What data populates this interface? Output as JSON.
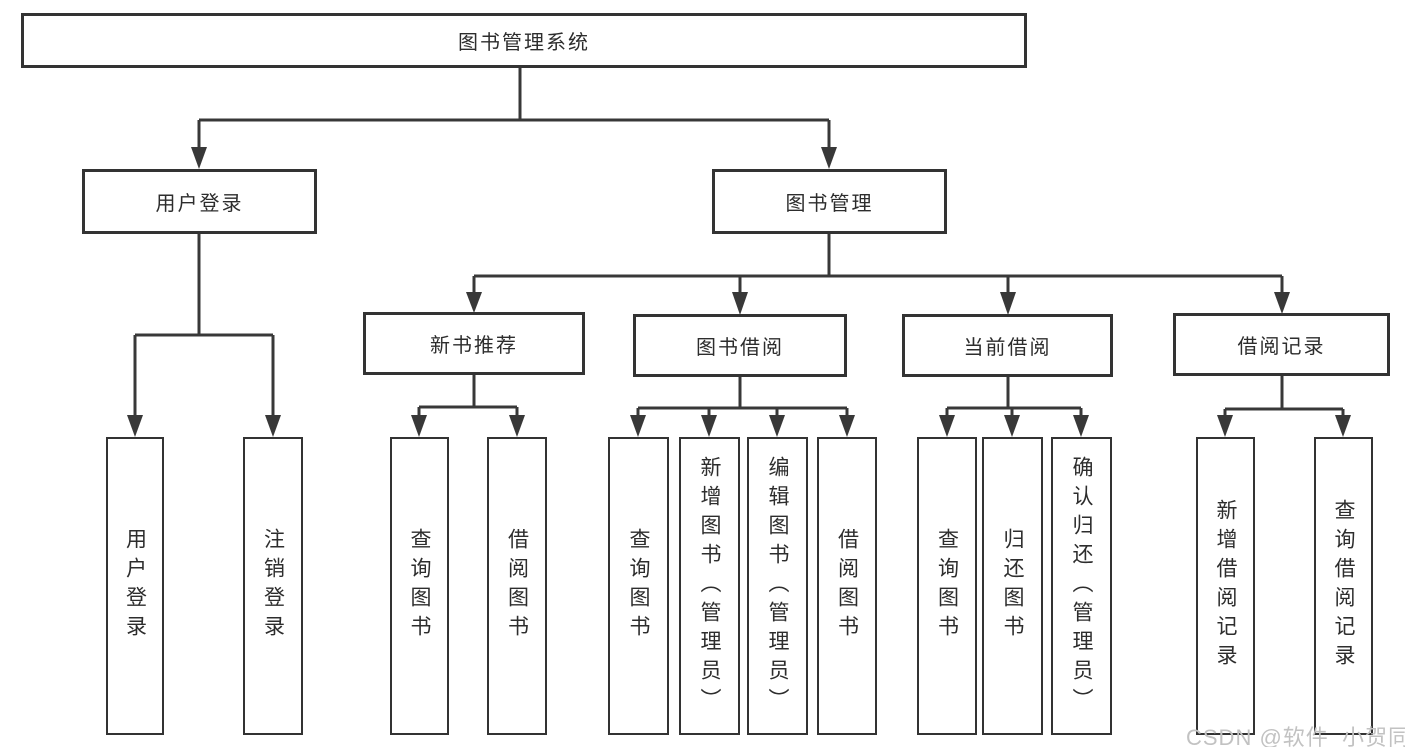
{
  "colors": {
    "line": "#383838",
    "box_border": "#333333",
    "text": "#2d2d2d",
    "watermark": "#c2c2c2",
    "background": "#ffffff"
  },
  "tree": {
    "label": "图书管理系统",
    "children": [
      {
        "label": "用户登录",
        "children": [
          {
            "label": "用户登录"
          },
          {
            "label": "注销登录"
          }
        ]
      },
      {
        "label": "图书管理",
        "children": [
          {
            "label": "新书推荐",
            "children": [
              {
                "label": "查询图书"
              },
              {
                "label": "借阅图书"
              }
            ]
          },
          {
            "label": "图书借阅",
            "children": [
              {
                "label": "查询图书"
              },
              {
                "label": "新增图书（管理员）"
              },
              {
                "label": "编辑图书（管理员）"
              },
              {
                "label": "借阅图书"
              }
            ]
          },
          {
            "label": "当前借阅",
            "children": [
              {
                "label": "查询图书"
              },
              {
                "label": "归还图书"
              },
              {
                "label": "确认归还（管理员）"
              }
            ]
          },
          {
            "label": "借阅记录",
            "children": [
              {
                "label": "新增借阅记录"
              },
              {
                "label": "查询借阅记录"
              }
            ]
          }
        ]
      }
    ]
  },
  "watermark": {
    "text": "CSDN @软件_小贺同学"
  }
}
